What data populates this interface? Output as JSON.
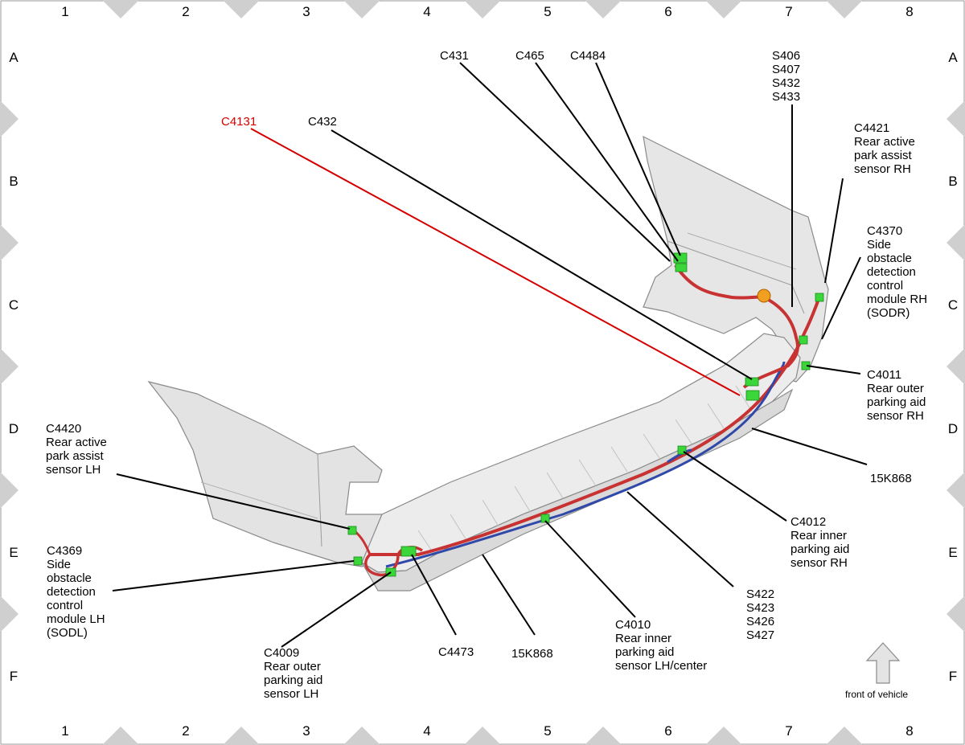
{
  "grid": {
    "columns": [
      "1",
      "2",
      "3",
      "4",
      "5",
      "6",
      "7",
      "8"
    ],
    "rows": [
      "A",
      "B",
      "C",
      "D",
      "E",
      "F"
    ]
  },
  "labels": [
    {
      "id": "c4131",
      "lines": [
        "C4131"
      ],
      "highlight": true
    },
    {
      "id": "c432",
      "lines": [
        "C432"
      ]
    },
    {
      "id": "c431",
      "lines": [
        "C431"
      ]
    },
    {
      "id": "c465",
      "lines": [
        "C465"
      ]
    },
    {
      "id": "c4484",
      "lines": [
        "C4484"
      ]
    },
    {
      "id": "s406",
      "lines": [
        "S406",
        "S407",
        "S432",
        "S433"
      ]
    },
    {
      "id": "c4421",
      "lines": [
        "C4421",
        "Rear active",
        "park assist",
        "sensor RH"
      ]
    },
    {
      "id": "c4370",
      "lines": [
        "C4370",
        "Side",
        "obstacle",
        "detection",
        "control",
        "module RH",
        "(SODR)"
      ]
    },
    {
      "id": "c4011",
      "lines": [
        "C4011",
        "Rear outer",
        "parking aid",
        "sensor RH"
      ]
    },
    {
      "id": "k15k868r",
      "lines": [
        "15K868"
      ]
    },
    {
      "id": "c4012",
      "lines": [
        "C4012",
        "Rear inner",
        "parking aid",
        "sensor RH"
      ]
    },
    {
      "id": "s422",
      "lines": [
        "S422",
        "S423",
        "S426",
        "S427"
      ]
    },
    {
      "id": "c4010",
      "lines": [
        "C4010",
        "Rear inner",
        "parking aid",
        "sensor LH/center"
      ]
    },
    {
      "id": "k15k868l",
      "lines": [
        "15K868"
      ]
    },
    {
      "id": "c4473",
      "lines": [
        "C4473"
      ]
    },
    {
      "id": "c4009",
      "lines": [
        "C4009",
        "Rear outer",
        "parking aid",
        "sensor LH"
      ]
    },
    {
      "id": "c4369",
      "lines": [
        "C4369",
        "Side",
        "obstacle",
        "detection",
        "control",
        "module LH",
        "(SODL)"
      ]
    },
    {
      "id": "c4420",
      "lines": [
        "C4420",
        "Rear active",
        "park assist",
        "sensor LH"
      ]
    }
  ],
  "front_arrow": {
    "label": "front of vehicle"
  },
  "colors": {
    "harness_red": "#c83232",
    "harness_blue": "#3048a8",
    "connector_green": "#3ad63a",
    "highlight_red": "#d40000",
    "bumper_fill": "#e8e8e8"
  }
}
